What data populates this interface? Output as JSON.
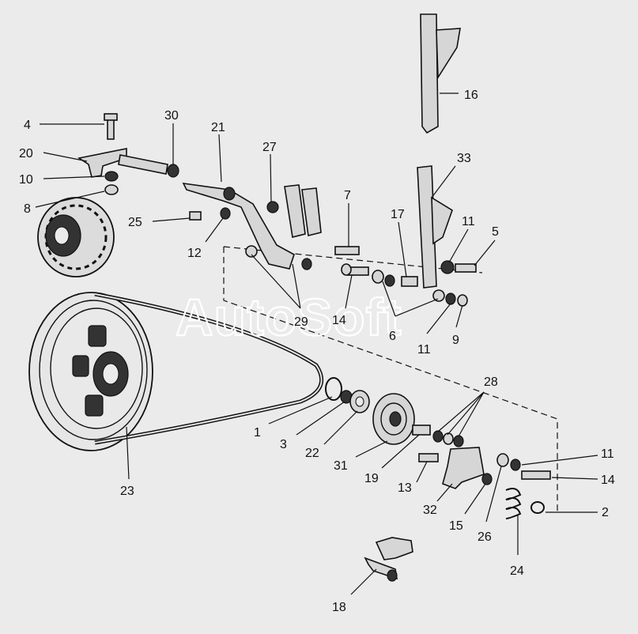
{
  "watermark": "AutoSoft",
  "colors": {
    "background": "#ebebeb",
    "ink": "#111111",
    "watermark": "#ffffff"
  },
  "callouts": [
    {
      "id": "4",
      "text": "4"
    },
    {
      "id": "30",
      "text": "30"
    },
    {
      "id": "21",
      "text": "21"
    },
    {
      "id": "27",
      "text": "27"
    },
    {
      "id": "16",
      "text": "16"
    },
    {
      "id": "20",
      "text": "20"
    },
    {
      "id": "10",
      "text": "10"
    },
    {
      "id": "8",
      "text": "8"
    },
    {
      "id": "25",
      "text": "25"
    },
    {
      "id": "12",
      "text": "12"
    },
    {
      "id": "7",
      "text": "7"
    },
    {
      "id": "33",
      "text": "33"
    },
    {
      "id": "17",
      "text": "17"
    },
    {
      "id": "11a",
      "text": "11"
    },
    {
      "id": "5",
      "text": "5"
    },
    {
      "id": "29",
      "text": "29"
    },
    {
      "id": "14a",
      "text": "14"
    },
    {
      "id": "6",
      "text": "6"
    },
    {
      "id": "11b",
      "text": "11"
    },
    {
      "id": "9",
      "text": "9"
    },
    {
      "id": "28",
      "text": "28"
    },
    {
      "id": "1",
      "text": "1"
    },
    {
      "id": "3",
      "text": "3"
    },
    {
      "id": "22",
      "text": "22"
    },
    {
      "id": "31",
      "text": "31"
    },
    {
      "id": "19",
      "text": "19"
    },
    {
      "id": "11c",
      "text": "11"
    },
    {
      "id": "14b",
      "text": "14"
    },
    {
      "id": "13",
      "text": "13"
    },
    {
      "id": "23",
      "text": "23"
    },
    {
      "id": "32",
      "text": "32"
    },
    {
      "id": "15",
      "text": "15"
    },
    {
      "id": "26",
      "text": "26"
    },
    {
      "id": "2",
      "text": "2"
    },
    {
      "id": "24",
      "text": "24"
    },
    {
      "id": "18",
      "text": "18"
    }
  ]
}
